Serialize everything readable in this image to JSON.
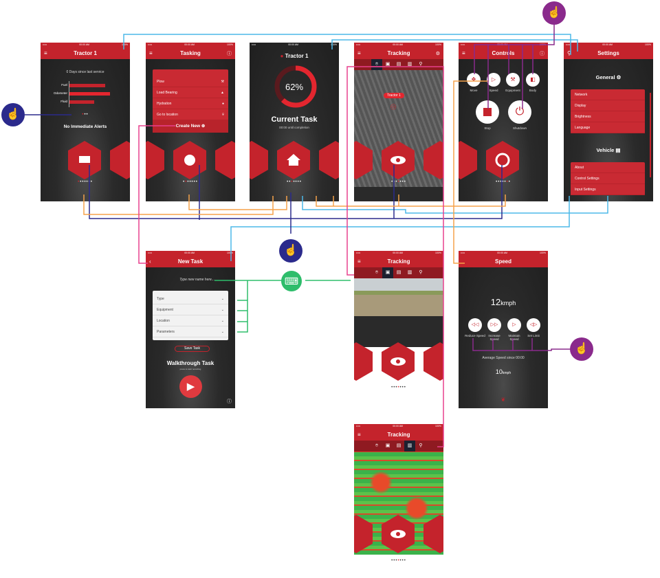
{
  "status": {
    "carrier": "•••••",
    "time": "00:00 AM",
    "battery": "100%"
  },
  "screens": {
    "tractor": {
      "title": "Tractor 1",
      "service": "0 Days since last service",
      "bars": [
        {
          "label": "Fuel",
          "value": 0.6
        },
        {
          "label": "Odometer",
          "value": 0.85
        },
        {
          "label": "Fluid",
          "value": 0.45
        }
      ],
      "alerts": "No Immediate Alerts"
    },
    "tasking": {
      "title": "Tasking",
      "items": [
        "Plow",
        "Load Bearing",
        "Hydration",
        "Go to location"
      ],
      "create": "Create New"
    },
    "current": {
      "title": "Tractor 1",
      "percent": "62%",
      "progress": 0.62,
      "task": "Current Task",
      "sub": "00:00 until completion"
    },
    "tracking_map": {
      "title": "Tracking",
      "marker": "Tractor 1"
    },
    "controls": {
      "title": "Controls",
      "buttons": [
        "Move",
        "Speed",
        "Equipment",
        "Body"
      ],
      "big": [
        "Stop",
        "Shutdown"
      ]
    },
    "settings": {
      "title": "Settings",
      "general": "General",
      "general_items": [
        "Network",
        "Display",
        "Brightness",
        "Language"
      ],
      "vehicle": "Vehicle",
      "vehicle_items": [
        "About",
        "Control Settings",
        "Input Settings"
      ]
    },
    "new_task": {
      "title": "New Task",
      "placeholder": "Type new name here...",
      "fields": [
        "Type",
        "Equipment",
        "Location",
        "Parameters"
      ],
      "save": "Save Task",
      "walk": "Walkthrough Task",
      "walk_sub": "press to start recording"
    },
    "tracking_cam": {
      "title": "Tracking"
    },
    "speed": {
      "title": "Speed",
      "value": "12",
      "unit": "kmph",
      "buttons": [
        "Reduce Speed",
        "Increase Speed",
        "Maintain Speed",
        "Set Limit"
      ],
      "avg_label": "Average Speed since 00:00",
      "avg_value": "10",
      "avg_unit": "kmph"
    },
    "tracking_heat": {
      "title": "Tracking"
    }
  },
  "colors": {
    "brand": "#c4232c",
    "link_blue": "#4bb8e8",
    "link_navy": "#2b2a8c",
    "link_orange": "#f5a24a",
    "link_pink": "#e8408e",
    "link_purple": "#8a2a8c",
    "link_green": "#2ebd6b"
  }
}
